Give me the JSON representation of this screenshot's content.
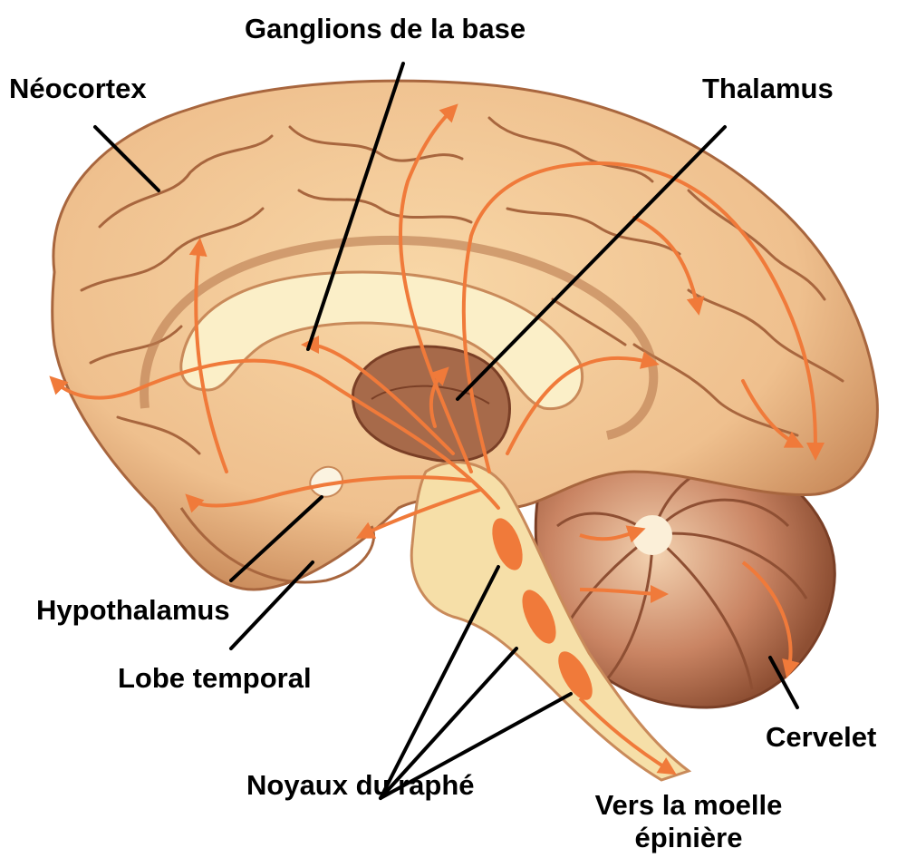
{
  "labels": {
    "ganglions": "Ganglions de la base",
    "neocortex": "Néocortex",
    "thalamus": "Thalamus",
    "hypothalamus": "Hypothalamus",
    "lobe_temporal": "Lobe temporal",
    "cervelet": "Cervelet",
    "noyaux": "Noyaux du raphé",
    "vers_line1": "Vers la moelle",
    "vers_line2": "épinière"
  },
  "colors": {
    "cortex": "#EFC08E",
    "cortex_shade": "#C98A5A",
    "sulcus": "#A8663E",
    "pathway": "#F07A3A",
    "callosum": "#FBEFC8",
    "thalamus": "#A76A4A",
    "cerebellum": "#C98463",
    "brainstem": "#F6DFA8",
    "leader": "#000000"
  }
}
